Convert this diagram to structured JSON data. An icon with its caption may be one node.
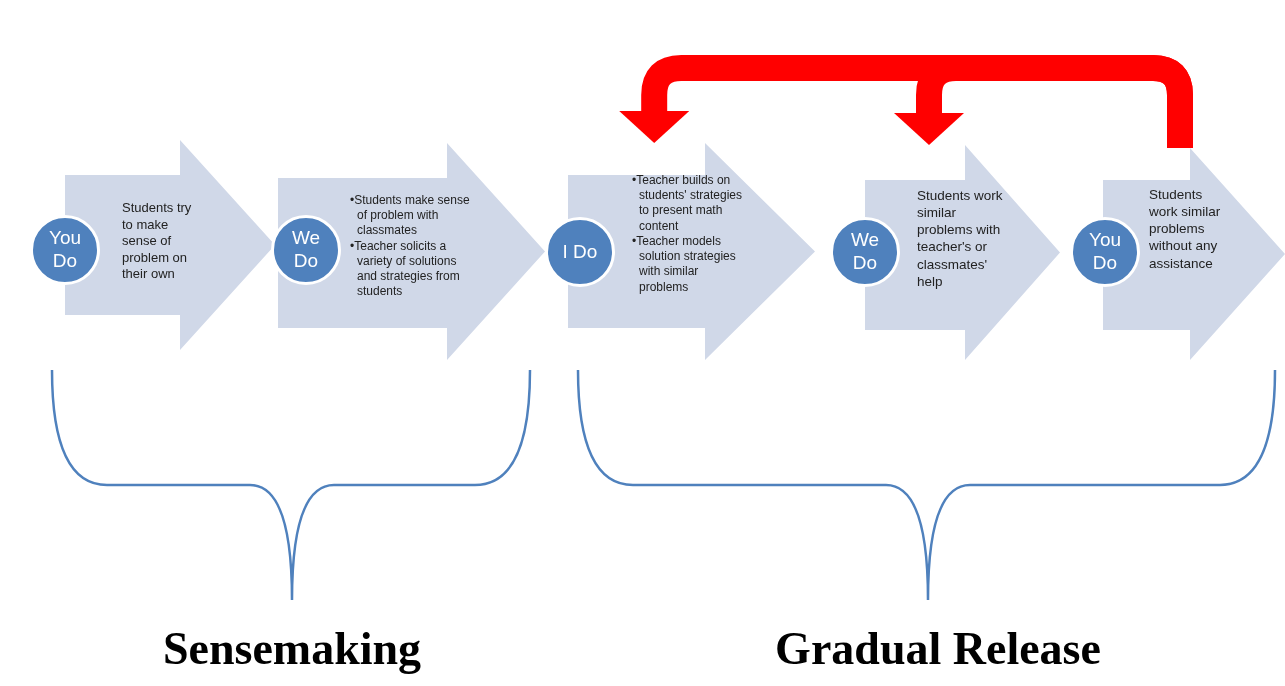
{
  "diagram": {
    "nodes": [
      {
        "text": [
          "You Do"
        ]
      },
      {
        "text": [
          "Students try to make sense of problem on their own"
        ]
      },
      {
        "text": [
          "We Do"
        ]
      },
      {
        "text": [
          "•Students make sense of problem with classmates",
          "•Teacher solicits a variety of solutions and strategies from students"
        ]
      },
      {
        "text": [
          "I Do"
        ]
      },
      {
        "text": [
          "•Teacher builds on students' strategies to present math content",
          "•Teacher models solution strategies with similar problems"
        ]
      },
      {
        "text": [
          "We Do"
        ]
      },
      {
        "text": [
          "Students work similar problems with teacher's or classmates' help"
        ]
      },
      {
        "text": [
          "You Do"
        ]
      },
      {
        "text": [
          "Students work similar problems without any assistance"
        ]
      }
    ],
    "edges": [
      {
        "from": 9,
        "to": 5,
        "arrow": "to",
        "color": "#ff0000"
      },
      {
        "from": 9,
        "to": 7,
        "arrow": "to",
        "color": "#ff0000"
      }
    ],
    "labels": [
      "Sensemaking",
      "Gradual Release"
    ]
  }
}
